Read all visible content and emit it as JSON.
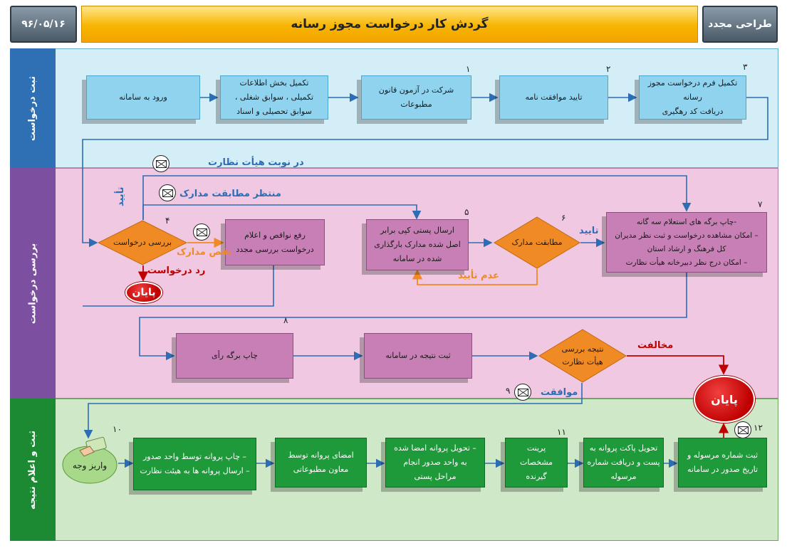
{
  "header": {
    "date": "۹۶/۰۵/۱۶",
    "title": "گردش کار درخواست مجوز رسانه",
    "designer": "طراحی مجدد"
  },
  "lanes": {
    "register": "ثبت درخواست",
    "review": "بررسی درخواست",
    "result": "ثبت و اعلام نتیجه"
  },
  "steps": {
    "login": "ورود به سامانه",
    "complete_info": "تکمیل بخش اطلاعات\nتکمیلی ، سوابق شغلی ،\nسوابق تحصیلی و اسناد",
    "exam": "شرکت در آزمون قانون\nمطبوعات",
    "agreement": "تایید موافقت نامه",
    "form": "تکمیل فرم درخواست مجوز\nرسانه\nدریافت کد رهگیری",
    "review_request": "بررسی درخواست",
    "fix_defects": "رفع نواقص و اعلام\nدرخواست بررسی مجدد",
    "send_copies": "ارسال پستی کپی برابر\nاصل شده مدارک بارگذاری\nشده در سامانه",
    "doc_match": "مطابقت مدارک",
    "inquiry": "-چاپ برگه های استعلام سه گانه\n– امکان مشاهده درخواست و ثبت نظر مدیران\nکل فرهنگ و ارشاد استان\n– امکان درج نظر دبیرخانه هیأت نظارت",
    "print_vote": "چاپ برگه رأی",
    "register_result": "ثبت نتیجه در سامانه",
    "board_result": "نتیجه بررسی\nهیأت نظارت",
    "payment": "واریز وجه",
    "print_license": "– چاپ پروانه توسط واحد صدور\n– ارسال پروانه ها به هیئت نظارت",
    "sign_license": "امضای پروانه توسط\nمعاون مطبوعاتی",
    "deliver": "– تحویل پروانه امضا شده\nبه واحد صدور انجام\nمراحل پستی",
    "print_recipient": "پرینت\nمشخصات\nگیرنده",
    "post_package": "تحویل پاکت پروانه به\nپست و دریافت شماره\nمرسوله",
    "register_post": "ثبت شماره مرسوله و\nتاریخ صدور در سامانه"
  },
  "numbers": {
    "n1": "۱",
    "n2": "۲",
    "n3": "۳",
    "n4": "۴",
    "n5": "۵",
    "n6": "۶",
    "n7": "۷",
    "n8": "۸",
    "n9": "۹",
    "n10": "۱۰",
    "n11": "۱۱",
    "n12": "۱۲"
  },
  "labels": {
    "board_queue": "در نوبت  هیأت نظارت",
    "approve_left": "تأیید",
    "await_match": "منتظر مطابقت مدارک",
    "defect": "نقص مدارک",
    "reject": "رد درخواست",
    "approve_right": "تایید",
    "not_approved": "عدم تأیید",
    "oppose": "مخالفت",
    "agree": "موافقت",
    "end": "پایان"
  },
  "colors": {
    "lane1": "#d4eef8",
    "lane2": "#f0c8e2",
    "lane3": "#cfe8c7",
    "label_blue": "#2d6db3",
    "label_orange": "#f08a24",
    "label_red": "#c00000"
  }
}
